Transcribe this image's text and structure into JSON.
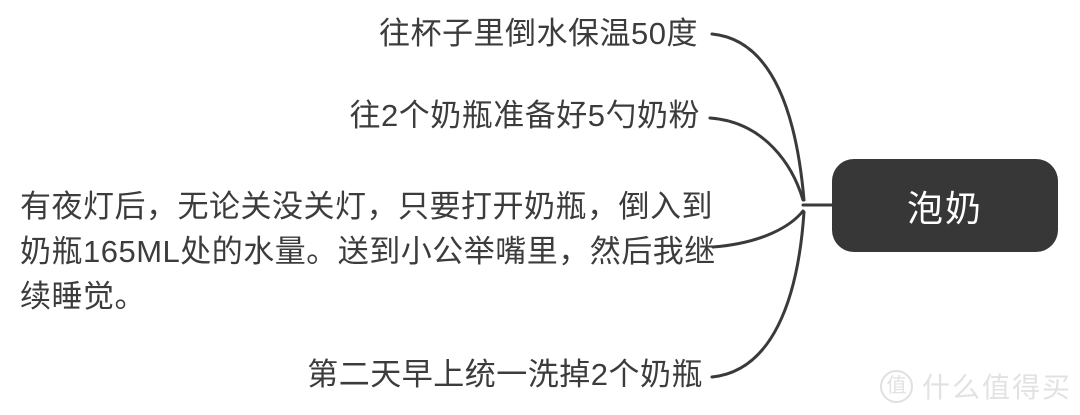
{
  "page": {
    "background_color": "#ffffff"
  },
  "mindmap": {
    "root": {
      "label": "泡奶",
      "bg_color": "#373737",
      "text_color": "#ffffff"
    },
    "branches": [
      {
        "text": "往杯子里倒水保温50度"
      },
      {
        "text": "往2个奶瓶准备好5勺奶粉"
      },
      {
        "text": "有夜灯后，无论关没关灯，只要打开奶瓶，倒入到奶瓶165ML处的水量。送到小公举嘴里，然后我继续睡觉。"
      },
      {
        "text": "第二天早上统一洗掉2个奶瓶"
      }
    ],
    "connector_color": "#3a3a3a",
    "branch_text_color": "#3c3c3c"
  },
  "watermark": {
    "logo_glyph": "值",
    "text": "什么值得买",
    "color": "#e2e2e2"
  }
}
